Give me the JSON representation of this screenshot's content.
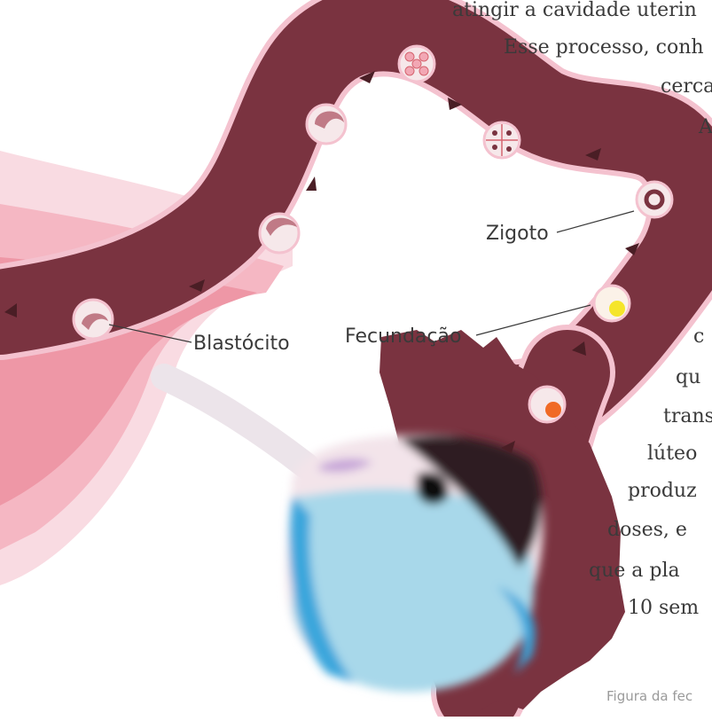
{
  "labels": {
    "zigoto": "Zigoto",
    "fecundacao": "Fecundação",
    "blastocito": "Blastócito"
  },
  "body_text_lines": [
    "atingir a cavidade uterin",
    "Esse processo, conh",
    "cerca",
    "A",
    "c",
    "qu",
    "trans",
    "lúteo",
    "produz",
    "doses, e",
    "que a pla",
    "10 sem"
  ],
  "caption": "Figura da fec",
  "colors": {
    "tube": "#7a3340",
    "tube_outline": "#f3c4cf",
    "tissue_light": "#f7d0da",
    "tissue_mid": "#f2a7b4",
    "tissue_dark": "#e98797",
    "ovary_light": "#a8d8ea",
    "ovary_blue": "#3aa6dc",
    "cell_fill": "#f3e6e8",
    "cell_border": "#d5646f",
    "egg_yellow": "#f5e52a",
    "egg_orange": "#f06a26"
  }
}
